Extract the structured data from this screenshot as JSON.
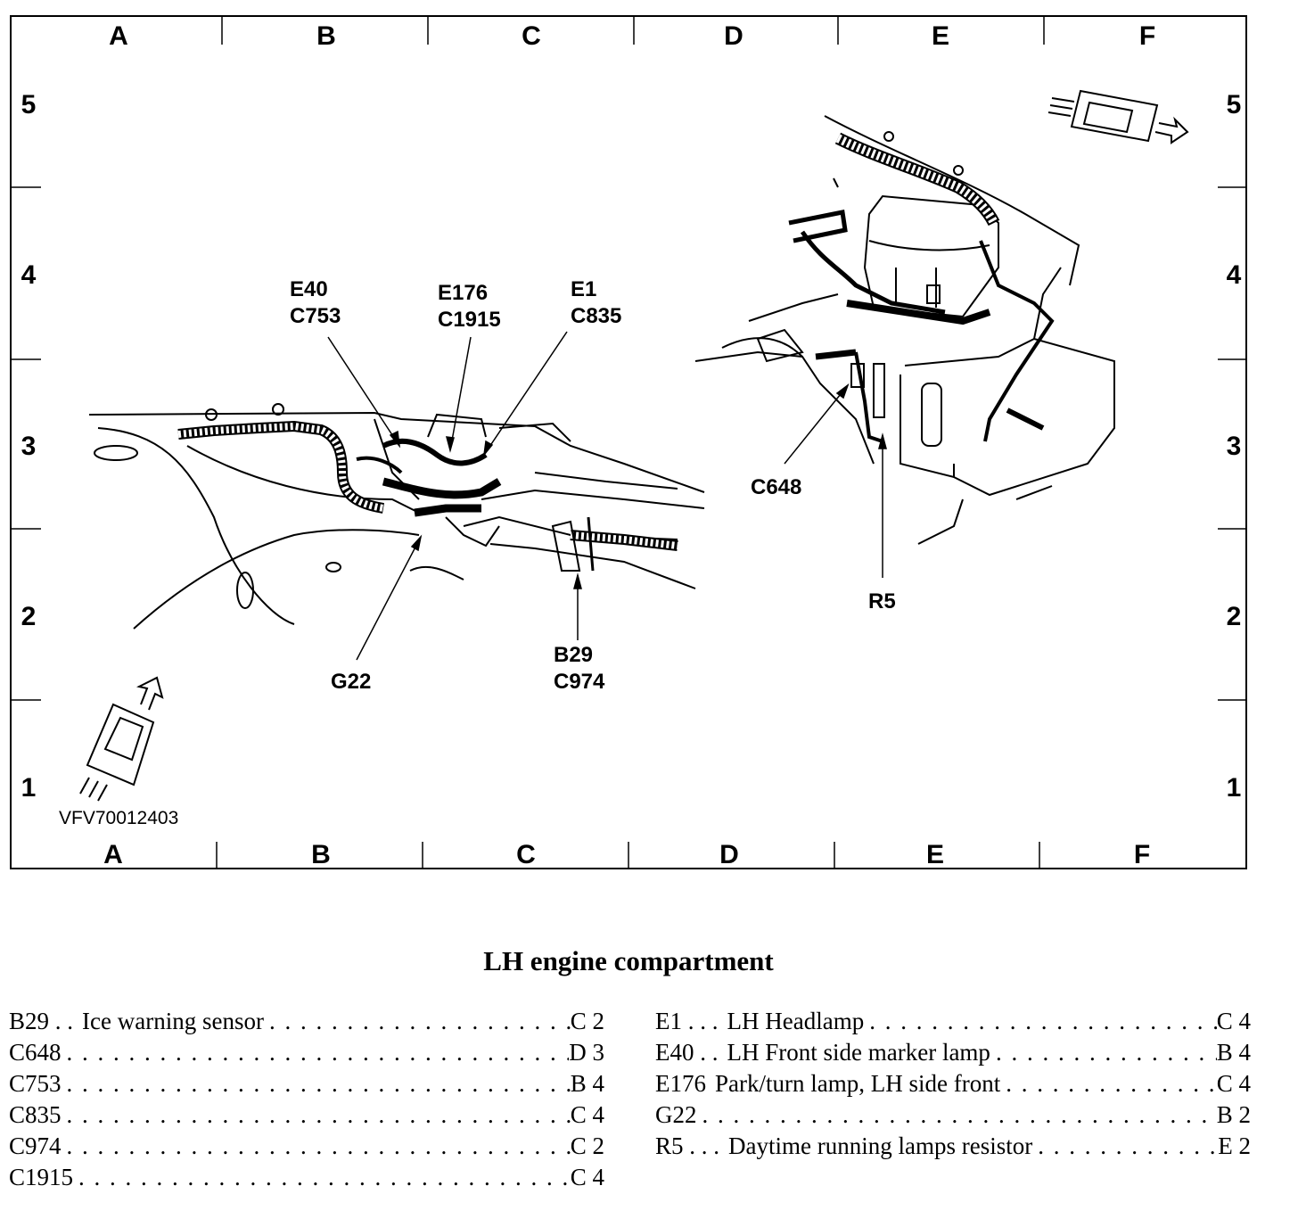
{
  "grid": {
    "columns": [
      "A",
      "B",
      "C",
      "D",
      "E",
      "F"
    ],
    "rows": [
      "5",
      "4",
      "3",
      "2",
      "1"
    ]
  },
  "figure_code": "VFV70012403",
  "callouts": {
    "e40_c753": [
      "E40",
      "C753"
    ],
    "e176_c1915": [
      "E176",
      "C1915"
    ],
    "e1_c835": [
      "E1",
      "C835"
    ],
    "g22": "G22",
    "b29_c974": [
      "B29",
      "C974"
    ],
    "c648": "C648",
    "r5": "R5"
  },
  "legend": {
    "title": "LH engine compartment",
    "left": [
      {
        "ref": "B29 . .",
        "desc": "Ice warning sensor",
        "loc": "C 2"
      },
      {
        "ref": "C648",
        "desc": "",
        "loc": "D 3"
      },
      {
        "ref": "C753",
        "desc": "",
        "loc": "B 4"
      },
      {
        "ref": "C835",
        "desc": "",
        "loc": "C 4"
      },
      {
        "ref": "C974",
        "desc": "",
        "loc": "C 2"
      },
      {
        "ref": "C1915",
        "desc": "",
        "loc": "C 4"
      }
    ],
    "right": [
      {
        "ref": "E1 . . .",
        "desc": "LH Headlamp",
        "loc": "C 4"
      },
      {
        "ref": "E40 . .",
        "desc": "LH Front side marker lamp",
        "loc": "B 4"
      },
      {
        "ref": "E176",
        "desc": "Park/turn lamp, LH side front",
        "loc": "C 4"
      },
      {
        "ref": "G22",
        "desc": "",
        "loc": "B 2"
      },
      {
        "ref": "R5 . . .",
        "desc": "Daytime running lamps resistor",
        "loc": "E 2"
      }
    ]
  }
}
